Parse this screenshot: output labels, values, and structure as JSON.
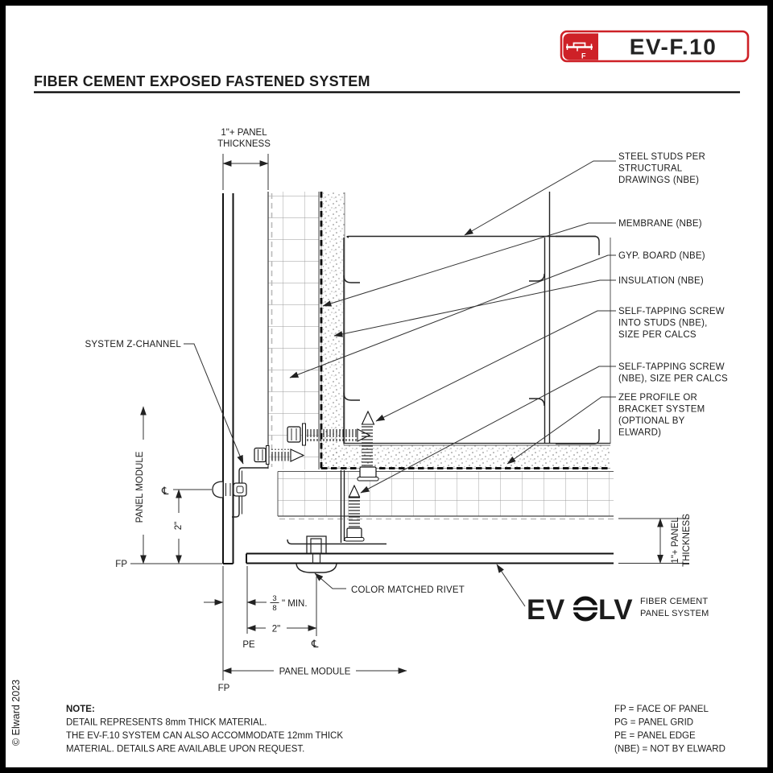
{
  "badge": {
    "code": "EV-F.10",
    "letter": "F",
    "accent_color": "#ce2127"
  },
  "header": {
    "title": "FIBER CEMENT EXPOSED FASTENED SYSTEM"
  },
  "copyright": "© Elward 2023",
  "labels": {
    "steel_studs": [
      "STEEL STUDS PER",
      "STRUCTURAL",
      "DRAWINGS (NBE)"
    ],
    "membrane": "MEMBRANE (NBE)",
    "gyp_board": "GYP. BOARD (NBE)",
    "insulation": "INSULATION (NBE)",
    "screw_into_studs": [
      "SELF-TAPPING SCREW",
      "INTO STUDS (NBE),",
      "SIZE PER CALCS"
    ],
    "screw": [
      "SELF-TAPPING SCREW",
      "(NBE), SIZE PER CALCS"
    ],
    "zee_profile": [
      "ZEE PROFILE OR",
      "BRACKET SYSTEM",
      "(OPTIONAL BY",
      "ELWARD)"
    ],
    "z_channel": "SYSTEM Z-CHANNEL",
    "rivet": "COLOR MATCHED RIVET"
  },
  "dims": {
    "panel_thickness_line1": "1\"+ PANEL",
    "panel_thickness_line2": "THICKNESS",
    "panel_module": "PANEL MODULE",
    "two_inch": "2\"",
    "frac_num": "3",
    "frac_den": "8",
    "frac_suffix": "\" MIN.",
    "fp": "FP",
    "pe": "PE",
    "cl": "℄"
  },
  "logo": {
    "ev": "EV",
    "lv": "LV",
    "tagline1": "FIBER CEMENT",
    "tagline2": "PANEL SYSTEM"
  },
  "note": {
    "heading": "NOTE:",
    "line1": "DETAIL REPRESENTS 8mm THICK MATERIAL.",
    "line2": "THE EV-F.10 SYSTEM CAN ALSO ACCOMMODATE 12mm THICK",
    "line3": "MATERIAL.  DETAILS ARE AVAILABLE UPON REQUEST."
  },
  "legend": {
    "fp": "FP = FACE OF PANEL",
    "pg": "PG = PANEL GRID",
    "pe": "PE = PANEL EDGE",
    "nbe": "(NBE) = NOT BY ELWARD"
  }
}
